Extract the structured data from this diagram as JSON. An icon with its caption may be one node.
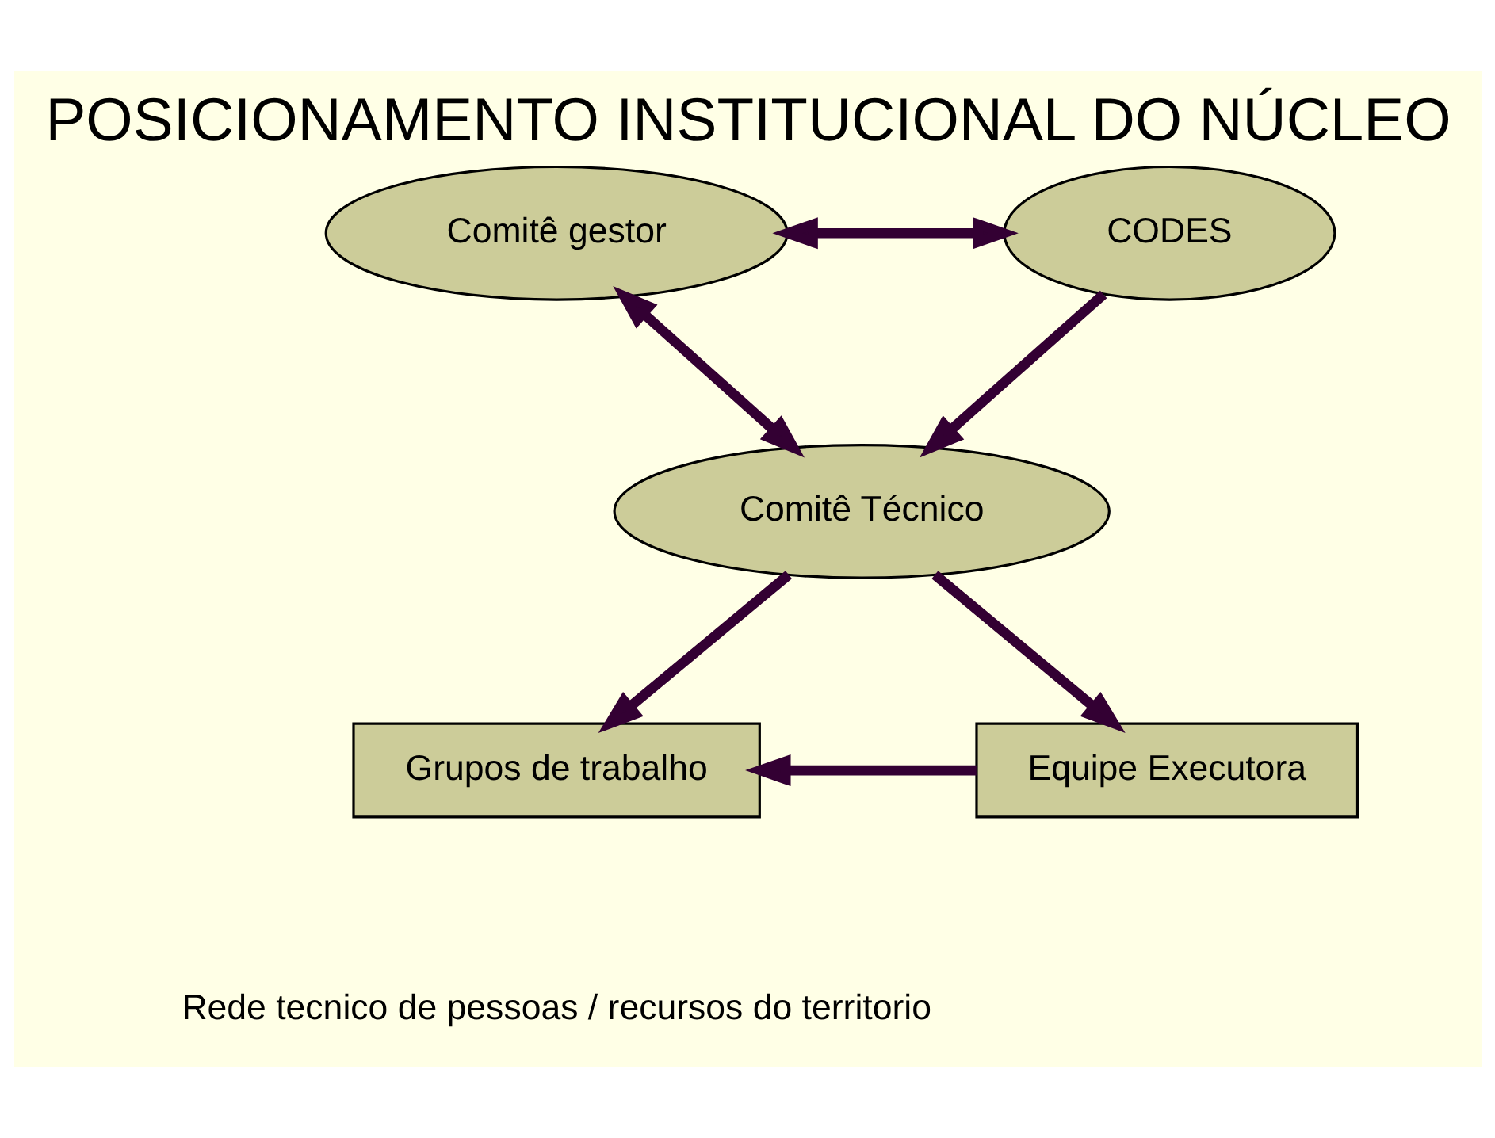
{
  "diagram": {
    "title": "POSICIONAMENTO INSTITUCIONAL DO NÚCLEO",
    "nodes": [
      {
        "text": [
          "Comitê gestor"
        ]
      },
      {
        "text": [
          "CODES"
        ]
      },
      {
        "text": [
          "Comitê Técnico"
        ]
      },
      {
        "text": [
          "Grupos de trabalho"
        ]
      },
      {
        "text": [
          "Equipe Executora"
        ]
      }
    ],
    "edges": [
      {
        "from": 0,
        "to": 1,
        "arrow": "both"
      },
      {
        "from": 0,
        "to": 2,
        "arrow": "both"
      },
      {
        "from": 1,
        "to": 2,
        "arrow": "to"
      },
      {
        "from": 2,
        "to": 3,
        "arrow": "to"
      },
      {
        "from": 2,
        "to": 4,
        "arrow": "to"
      },
      {
        "from": 4,
        "to": 3,
        "arrow": "to"
      }
    ],
    "labels": [
      "Rede tecnico de pessoas / recursos do territorio"
    ]
  }
}
